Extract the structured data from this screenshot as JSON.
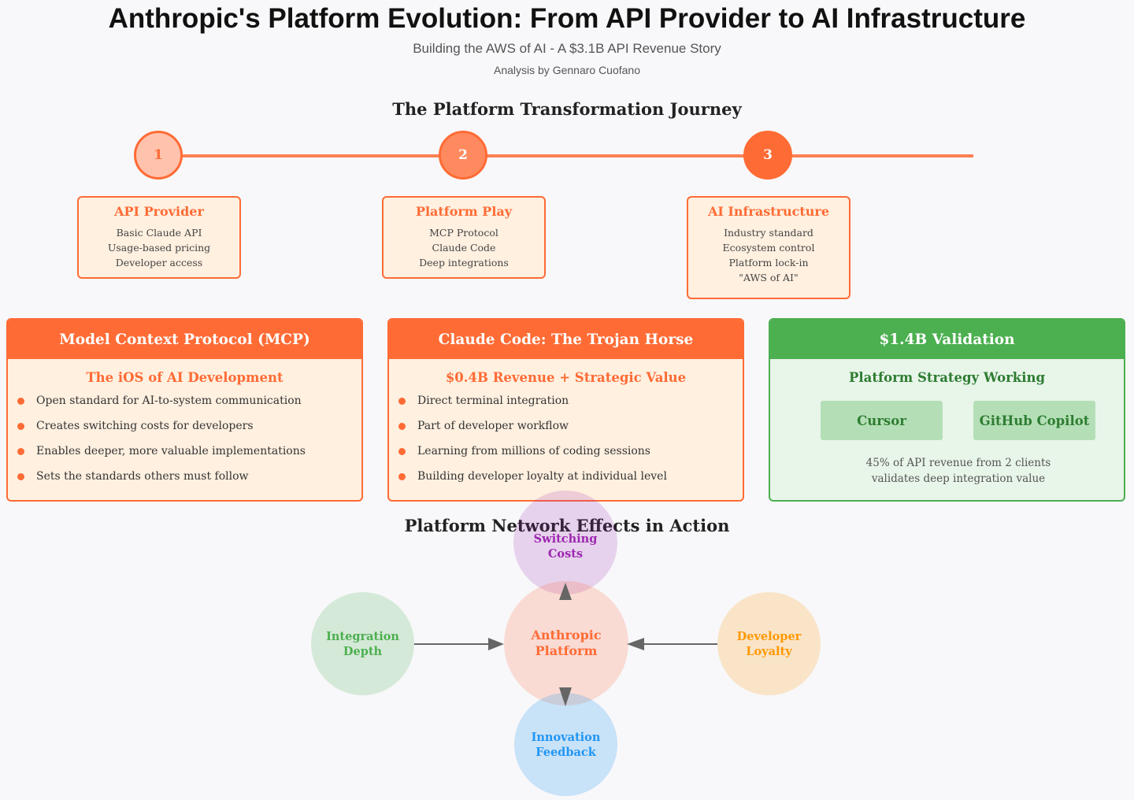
{
  "header": {
    "title": "Anthropic's Platform Evolution: From API Provider to AI Infrastructure",
    "subtitle": "Building the AWS of AI - A $3.1B API Revenue Story",
    "author": "Analysis by Gennaro Cuofano"
  },
  "journey": {
    "heading": "The Platform Transformation Journey",
    "stages": [
      {
        "number": "1",
        "title": "API Provider",
        "lines": [
          "Basic Claude API",
          "Usage-based pricing",
          "Developer access"
        ]
      },
      {
        "number": "2",
        "title": "Platform Play",
        "lines": [
          "MCP Protocol",
          "Claude Code",
          "Deep integrations"
        ]
      },
      {
        "number": "3",
        "title": "AI Infrastructure",
        "lines": [
          "Industry standard",
          "Ecosystem control",
          "Platform lock-in",
          "\"AWS of AI\""
        ]
      }
    ]
  },
  "cards": {
    "mcp": {
      "header": "Model Context Protocol (MCP)",
      "subtitle": "The iOS of AI Development",
      "bullets": [
        "Open standard for AI-to-system communication",
        "Creates switching costs for developers",
        "Enables deeper, more valuable implementations",
        "Sets the standards others must follow"
      ]
    },
    "claude_code": {
      "header": "Claude Code: The Trojan Horse",
      "subtitle": "$0.4B Revenue + Strategic Value",
      "bullets": [
        "Direct terminal integration",
        "Part of developer workflow",
        "Learning from millions of coding sessions",
        "Building developer loyalty at individual level"
      ]
    },
    "validation": {
      "header": "$1.4B Validation",
      "subtitle": "Platform Strategy Working",
      "clients": [
        "Cursor",
        "GitHub Copilot"
      ],
      "note_lines": [
        "45% of API revenue from 2 clients",
        "validates deep integration value"
      ]
    }
  },
  "network": {
    "heading": "Platform Network Effects in Action",
    "center": [
      "Anthropic",
      "Platform"
    ],
    "top": [
      "Switching",
      "Costs"
    ],
    "left": [
      "Integration",
      "Depth"
    ],
    "right": [
      "Developer",
      "Loyalty"
    ],
    "bottom": [
      "Innovation",
      "Feedback"
    ]
  },
  "colors": {
    "accent_orange": "#ff6b35",
    "stage_fill": "#fff0e0",
    "green_header": "#4caf50",
    "green_text": "#2e7d32",
    "purple_text": "#9c27b0",
    "blue_text": "#2196f3",
    "amber_text": "#ff9800"
  },
  "icons": {
    "timeline_arrow": "arrow-icon"
  }
}
